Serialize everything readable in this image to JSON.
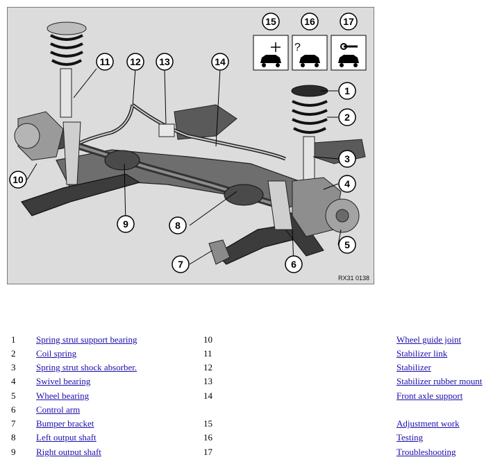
{
  "figure": {
    "code": "RX31 0138",
    "icon_callouts": [
      "15",
      "16",
      "17"
    ],
    "callouts": [
      "1",
      "2",
      "3",
      "4",
      "5",
      "6",
      "7",
      "8",
      "9",
      "10",
      "11",
      "12",
      "13",
      "14"
    ]
  },
  "legend": {
    "left": [
      {
        "num": "1",
        "label": "Spring strut support bearing"
      },
      {
        "num": "2",
        "label": "Coil spring"
      },
      {
        "num": "3",
        "label": "Spring strut shock absorber."
      },
      {
        "num": "4",
        "label": "Swivel bearing"
      },
      {
        "num": "5",
        "label": "Wheel bearing"
      },
      {
        "num": "6",
        "label": "Control arm"
      },
      {
        "num": "7",
        "label": "Bumper bracket"
      },
      {
        "num": "8",
        "label": "Left output shaft"
      },
      {
        "num": "9",
        "label": "Right output shaft"
      }
    ],
    "right": [
      {
        "num": "10",
        "label": "Wheel guide joint"
      },
      {
        "num": "11",
        "label": "Stabilizer link"
      },
      {
        "num": "12",
        "label": "Stabilizer"
      },
      {
        "num": "13",
        "label": "Stabilizer rubber mount"
      },
      {
        "num": "14",
        "label": "Front axle support"
      },
      {
        "num": "15",
        "label": "Adjustment work"
      },
      {
        "num": "16",
        "label": "Testing"
      },
      {
        "num": "17",
        "label": "Troubleshooting"
      }
    ]
  }
}
